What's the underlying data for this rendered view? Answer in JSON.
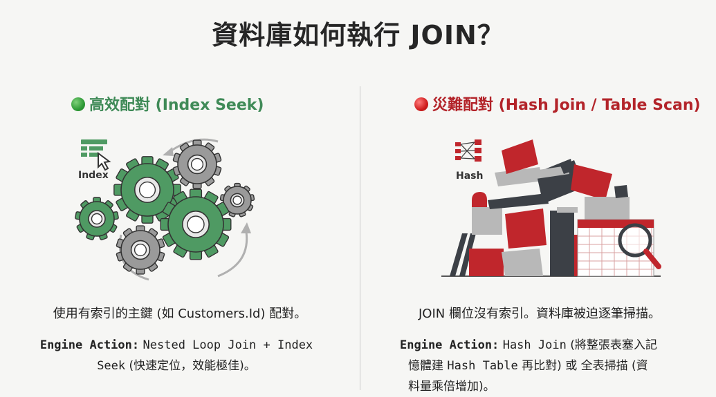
{
  "title": "資料庫如何執行 JOIN？",
  "left": {
    "heading": "高效配對 (Index Seek)",
    "icon_label": "Index",
    "description": "使用有索引的主鍵 (如 Customers.Id) 配對。",
    "action_label": "Engine Action:",
    "action_part1": "Nested Loop Join + Index",
    "action_part2": "Seek",
    "action_part3": "(快速定位，效能極佳)。"
  },
  "right": {
    "heading": "災難配對 (Hash Join / Table Scan)",
    "icon_label": "Hash",
    "description": "JOIN 欄位沒有索引。資料庫被迫逐筆掃描。",
    "action_label": "Engine Action:",
    "action_line1_mono": "Hash Join",
    "action_line1_rest": "(將整張表塞入記",
    "action_line2_a": "憶體建",
    "action_line2_mono": "Hash Table",
    "action_line2_b": "再比對) 或 全表掃描 (資",
    "action_line3": "料量乘倍增加)。"
  },
  "colors": {
    "green": "#4f9a63",
    "gray_gear": "#9a9a9a",
    "red_block": "#c0262c",
    "dark_block": "#3c4046",
    "light_block": "#b8b8b8"
  }
}
